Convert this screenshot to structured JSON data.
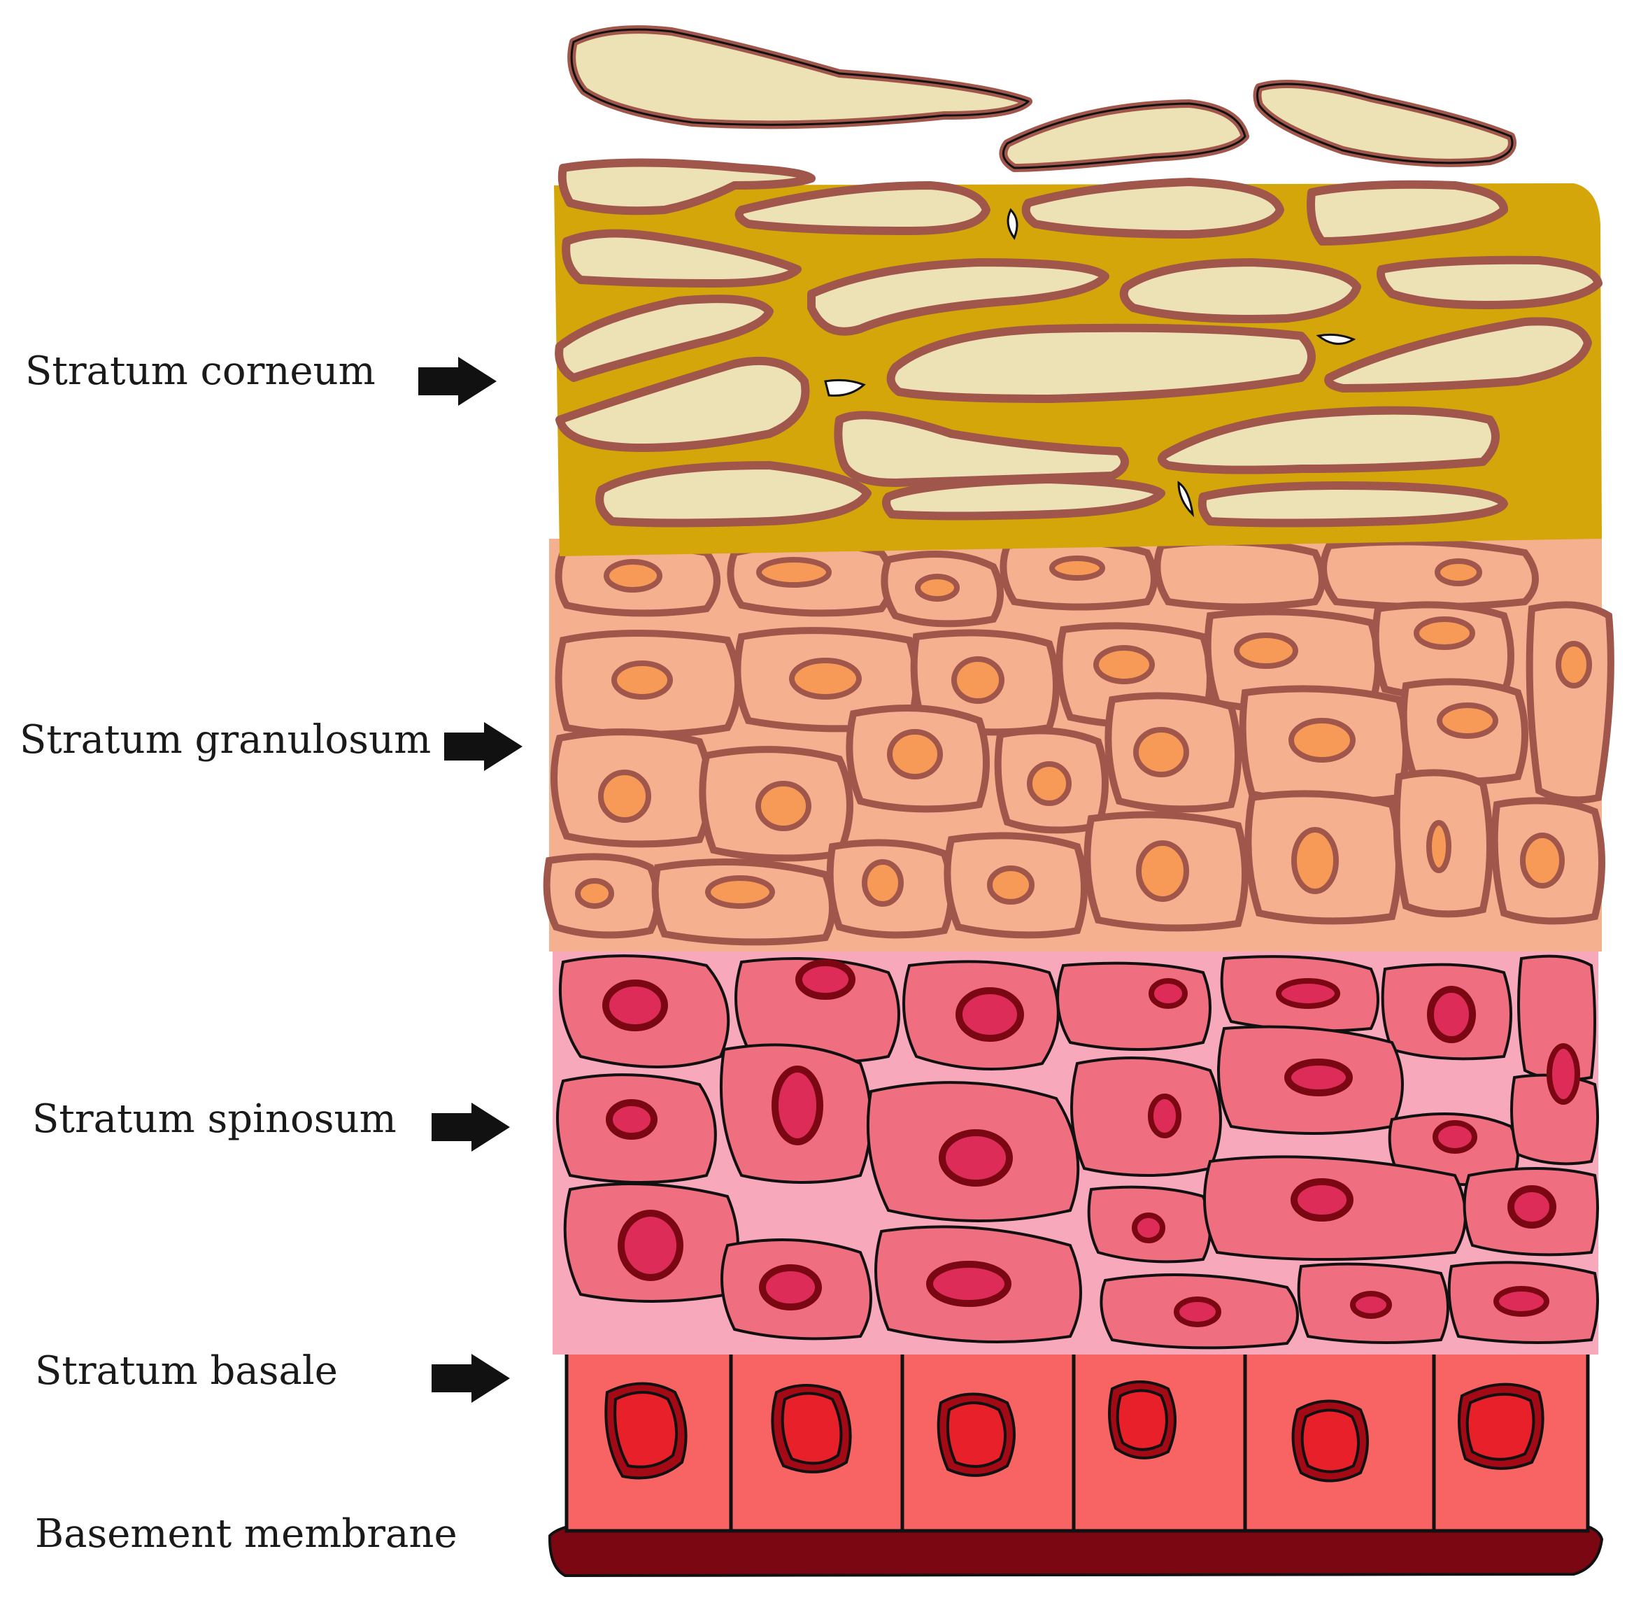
{
  "labels": {
    "corneum": "Stratum corneum",
    "granulosum": "Stratum granulosum",
    "spinosum": "Stratum spinosum",
    "basale": "Stratum basale",
    "membrane": "Basement membrane"
  },
  "colors": {
    "corneum_matrix": "#d4a60a",
    "corneum_cell": "#ede2b6",
    "cell_outline": "#a0564a",
    "granulosum_bg": "#f5b090",
    "granulosum_nucleus": "#f79a58",
    "spinosum_bg": "#f7a9bb",
    "spinosum_cell": "#ef6e80",
    "spinosum_nucleus": "#de2c59",
    "basale_cell": "#f86464",
    "basale_nucleus": "#e8202a",
    "membrane": "#7a0712",
    "arrow": "#111111"
  }
}
